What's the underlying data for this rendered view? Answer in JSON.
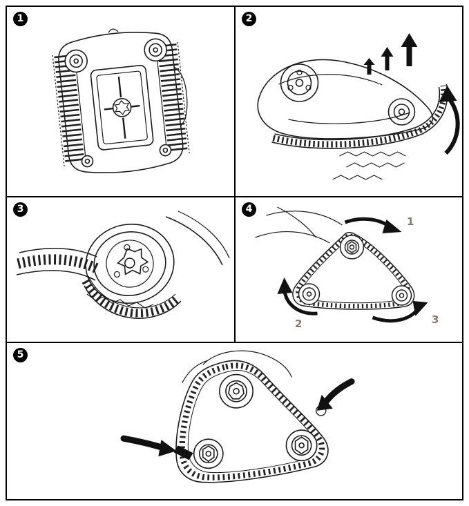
{
  "document": {
    "background_color": "#ffffff",
    "line_color": "#1a1a1a",
    "badge_color": "#000000",
    "callout_color": "#8a796b"
  },
  "steps": [
    {
      "number": "1"
    },
    {
      "number": "2"
    },
    {
      "number": "3"
    },
    {
      "number": "4",
      "callouts": [
        {
          "label": "1"
        },
        {
          "label": "2"
        },
        {
          "label": "3"
        }
      ]
    },
    {
      "number": "5"
    }
  ]
}
